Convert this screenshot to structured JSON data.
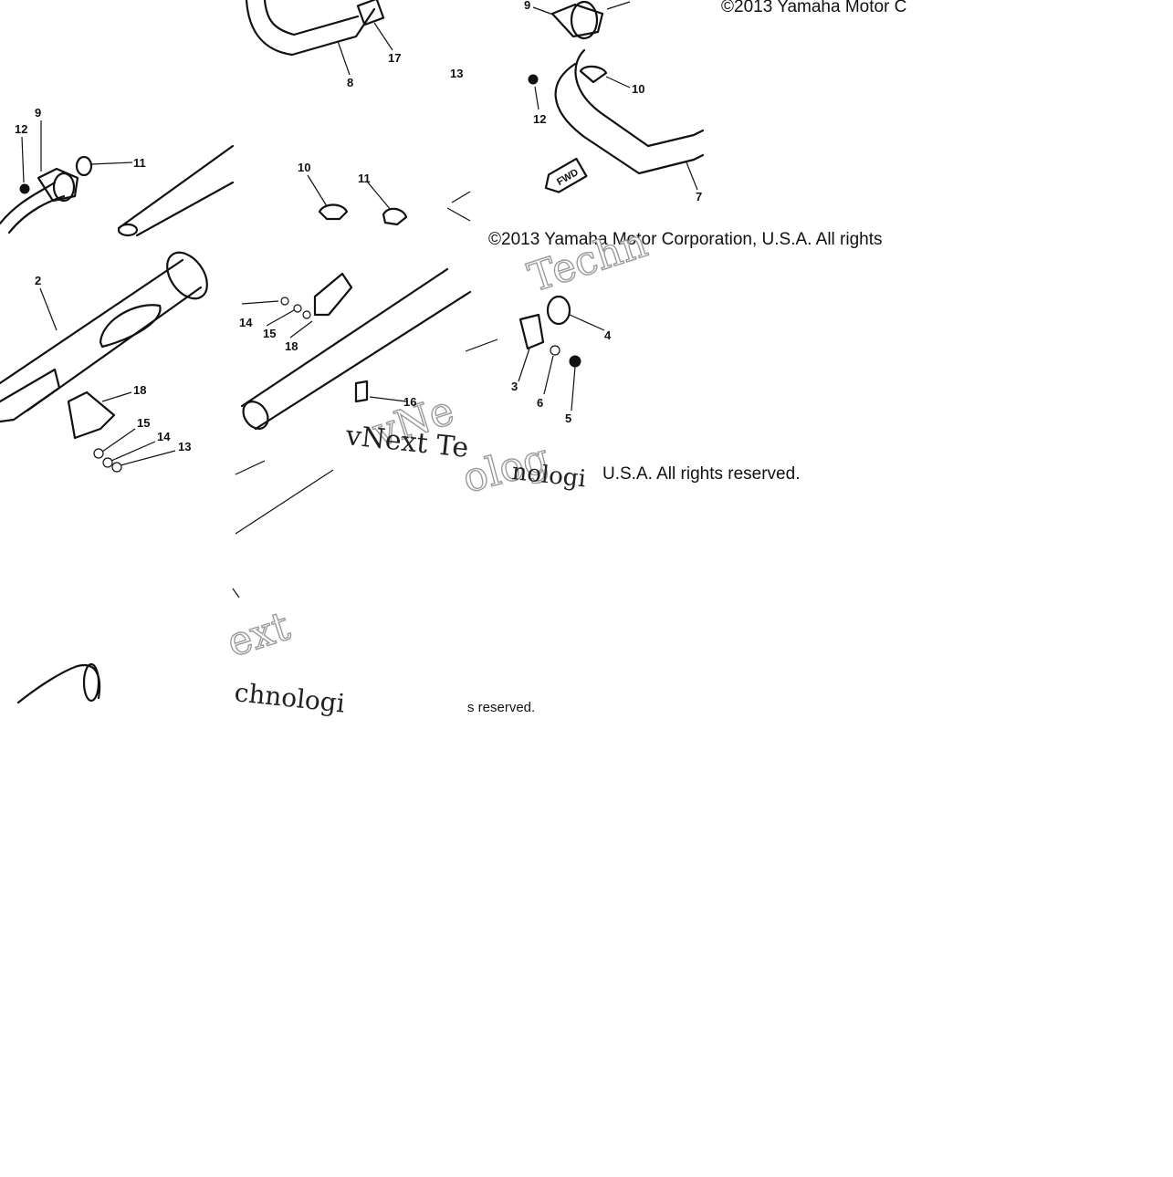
{
  "copyright": {
    "line_top": "©2013 Yamaha Motor C",
    "line_mid": "©2013 Yamaha Motor Corporation, U.S.A. All rights",
    "line_low": "U.S.A. All rights reserved.",
    "line_bottom": "s reserved."
  },
  "watermark": {
    "text_a": "Techn",
    "text_b": "vNe",
    "text_c": "vNext Te",
    "text_d": "nologi",
    "text_e": "ext",
    "text_f": "chnologi",
    "text_g": "olog"
  },
  "callouts": {
    "c2": "2",
    "c3": "3",
    "c4": "4",
    "c5": "5",
    "c6": "6",
    "c7": "7",
    "c8": "8",
    "c9a": "9",
    "c9b": "9",
    "c10a": "10",
    "c10b": "10",
    "c11a": "11",
    "c11b": "11",
    "c12a": "12",
    "c12b": "12",
    "c13a": "13",
    "c13b": "13",
    "c14a": "14",
    "c14b": "14",
    "c15a": "15",
    "c15b": "15",
    "c16": "16",
    "c17": "17",
    "c18a": "18",
    "c18b": "18"
  },
  "fwd_label": "FWD"
}
